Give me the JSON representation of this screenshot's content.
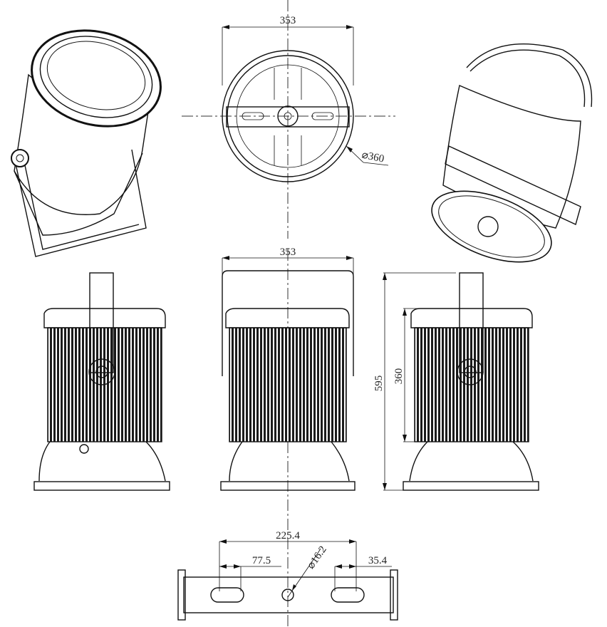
{
  "dimensions": {
    "top_width": "353",
    "diameter": "⌀360",
    "front_width": "353",
    "overall_height": "595",
    "body_height": "360",
    "bracket_span": "225.4",
    "slot_offset_left": "77.5",
    "hole_diameter": "⌀16.2",
    "slot_offset_right": "35.4"
  },
  "colors": {
    "line": "#111111",
    "background": "#ffffff"
  }
}
